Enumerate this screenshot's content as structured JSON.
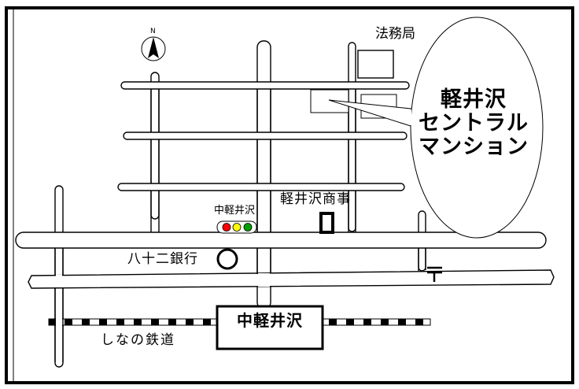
{
  "map": {
    "compass_label": "N",
    "labels": {
      "legal_affairs_bureau": "法務局",
      "target_line1": "軽井沢",
      "target_line2": "セントラル",
      "target_line3": "マンション",
      "shop": "軽井沢商事",
      "signal_name": "中軽井沢",
      "bank": "八十二銀行",
      "railway": "しなの鉄道",
      "station": "中軽井沢",
      "post_office_symbol": "〒"
    },
    "signal_colors": [
      "#ff0000",
      "#ffff00",
      "#00a000"
    ]
  }
}
